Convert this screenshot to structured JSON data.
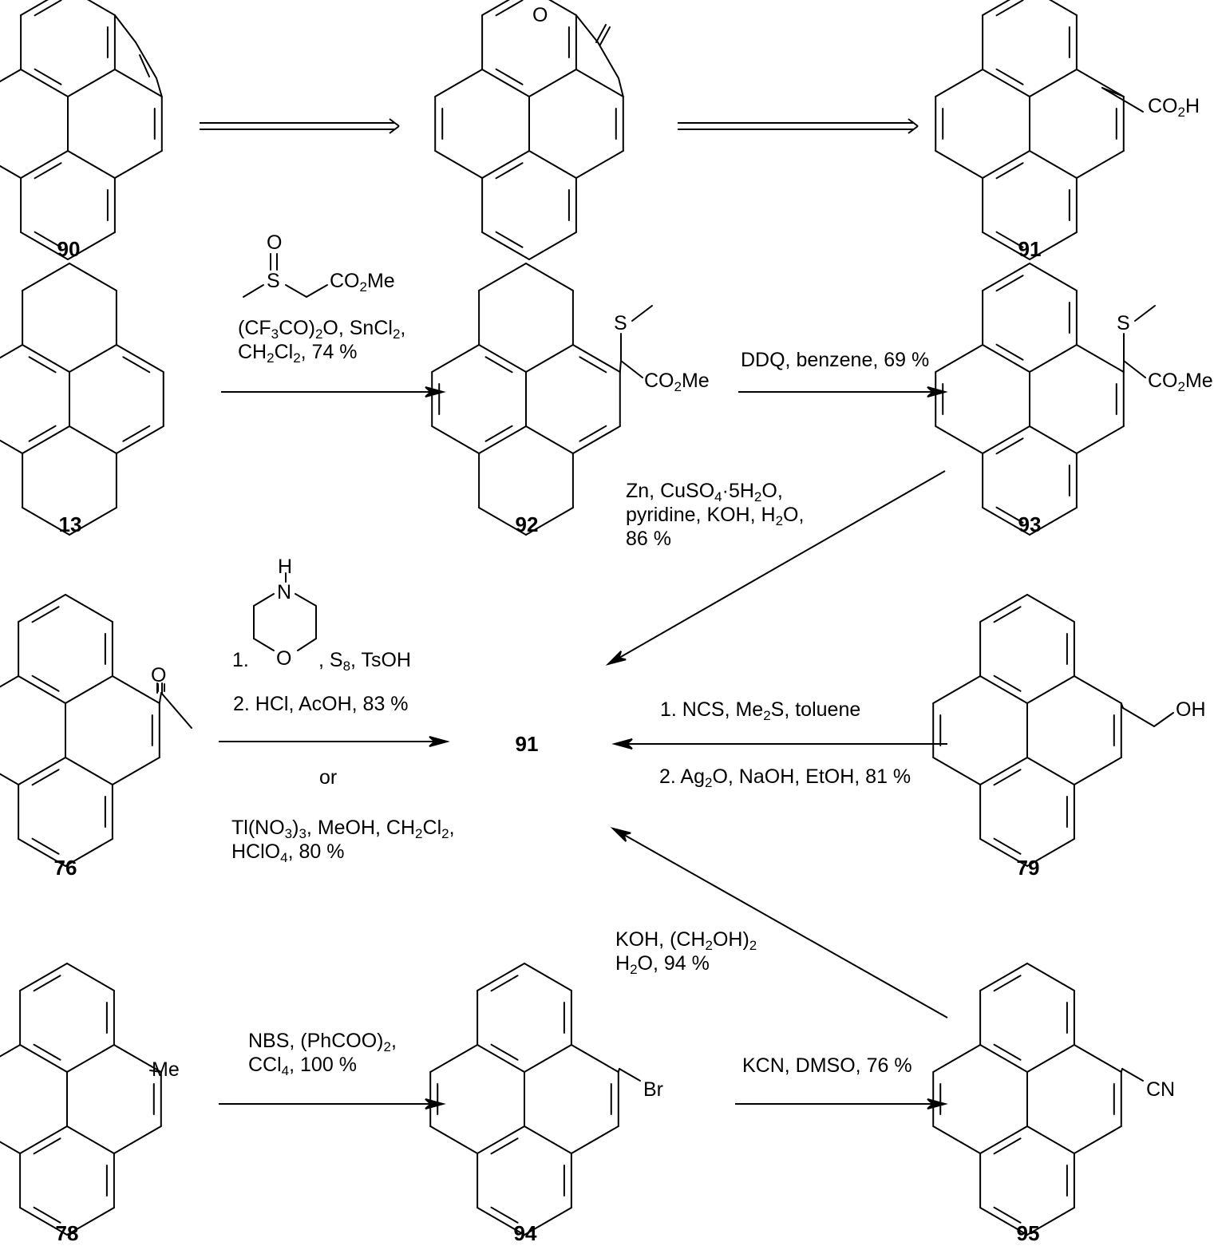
{
  "compounds": {
    "c90": {
      "label": "90"
    },
    "intermediate_ketone": {
      "label": "",
      "substituent": "O"
    },
    "c91_top": {
      "label": "91",
      "substituent": [
        "CO",
        "2",
        "H"
      ]
    },
    "c13": {
      "label": "13"
    },
    "c92": {
      "label": "92",
      "substituents": {
        "s": "S",
        "ester": [
          "CO",
          "2",
          "Me"
        ]
      }
    },
    "c93": {
      "label": "93",
      "substituents": {
        "s": "S",
        "ester": [
          "CO",
          "2",
          "Me"
        ]
      }
    },
    "c91_center": {
      "label": "91"
    },
    "c76": {
      "label": "76",
      "substituent": "O"
    },
    "c79": {
      "label": "79",
      "substituent": "OH"
    },
    "c78": {
      "label": "78",
      "substituent": "Me"
    },
    "c94": {
      "label": "94",
      "substituent": "Br"
    },
    "c95": {
      "label": "95",
      "substituent": "CN"
    }
  },
  "reactions": {
    "r13_92": {
      "reagent_structure": {
        "s": "S",
        "o": "O",
        "ester": [
          "CO",
          "2",
          "Me"
        ]
      },
      "lines": [
        [
          "(CF",
          "3",
          "CO)",
          "2",
          "O, SnCl",
          "2",
          ","
        ],
        [
          "CH",
          "2",
          "Cl",
          "2",
          ", 74 %"
        ]
      ]
    },
    "r92_93": {
      "lines": [
        [
          "DDQ, benzene, 69 %"
        ]
      ]
    },
    "r93_91": {
      "lines": [
        [
          "Zn, CuSO",
          "4",
          "·5H",
          "2",
          "O,"
        ],
        [
          "pyridine, KOH, H",
          "2",
          "O,"
        ],
        [
          "86 %"
        ]
      ]
    },
    "r76_91": {
      "reagent_structure": {
        "n": "N",
        "h": "H",
        "o": "O"
      },
      "lines": [
        [
          "1.",
          "",
          ""
        ],
        [
          ", S",
          "8",
          ", TsOH"
        ],
        [
          "2. HCl, AcOH, 83 %"
        ]
      ],
      "or_label": "or",
      "alt_lines": [
        [
          "Tl(NO",
          "3",
          ")",
          "3",
          ", MeOH, CH",
          "2",
          "Cl",
          "2",
          ","
        ],
        [
          "HClO",
          "4",
          ", 80 %"
        ]
      ]
    },
    "r79_91": {
      "lines": [
        [
          "1. NCS, Me",
          "2",
          "S, toluene"
        ],
        [
          "2. Ag",
          "2",
          "O, NaOH, EtOH, 81 %"
        ]
      ]
    },
    "r95_91": {
      "lines": [
        [
          "KOH, (CH",
          "2",
          "OH)",
          "2"
        ],
        [
          "H",
          "2",
          "O, 94 %"
        ]
      ]
    },
    "r78_94": {
      "lines": [
        [
          "NBS, (PhCOO)",
          "2",
          ","
        ],
        [
          "CCl",
          "4",
          ", 100 %"
        ]
      ]
    },
    "r94_95": {
      "lines": [
        [
          "KCN, DMSO, 76 %"
        ]
      ]
    }
  }
}
